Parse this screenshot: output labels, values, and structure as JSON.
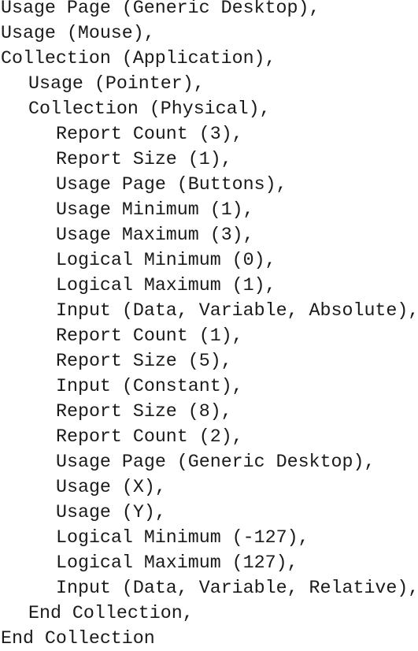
{
  "descriptor": {
    "lines": [
      {
        "text": "Usage Page (Generic Desktop),",
        "indent": 0
      },
      {
        "text": "Usage (Mouse),",
        "indent": 0
      },
      {
        "text": "Collection (Application),",
        "indent": 0
      },
      {
        "text": "Usage (Pointer),",
        "indent": 1
      },
      {
        "text": "Collection (Physical),",
        "indent": 1
      },
      {
        "text": "Report Count (3),",
        "indent": 2
      },
      {
        "text": "Report Size (1),",
        "indent": 2
      },
      {
        "text": "Usage Page (Buttons),",
        "indent": 2
      },
      {
        "text": "Usage Minimum (1),",
        "indent": 2
      },
      {
        "text": "Usage Maximum (3),",
        "indent": 2
      },
      {
        "text": "Logical Minimum (0),",
        "indent": 2
      },
      {
        "text": "Logical Maximum (1),",
        "indent": 2
      },
      {
        "text": "Input (Data, Variable, Absolute),",
        "indent": 2
      },
      {
        "text": "Report Count (1),",
        "indent": 2
      },
      {
        "text": "Report Size (5),",
        "indent": 2
      },
      {
        "text": "Input (Constant),",
        "indent": 2
      },
      {
        "text": "Report Size (8),",
        "indent": 2
      },
      {
        "text": "Report Count (2),",
        "indent": 2
      },
      {
        "text": "Usage Page (Generic Desktop),",
        "indent": 2
      },
      {
        "text": "Usage (X),",
        "indent": 2
      },
      {
        "text": "Usage (Y),",
        "indent": 2
      },
      {
        "text": "Logical Minimum (-127),",
        "indent": 2
      },
      {
        "text": "Logical Maximum (127),",
        "indent": 2
      },
      {
        "text": "Input (Data, Variable, Relative),",
        "indent": 2
      },
      {
        "text": "End Collection,",
        "indent": 1
      },
      {
        "text": "End Collection",
        "indent": 0
      }
    ]
  }
}
